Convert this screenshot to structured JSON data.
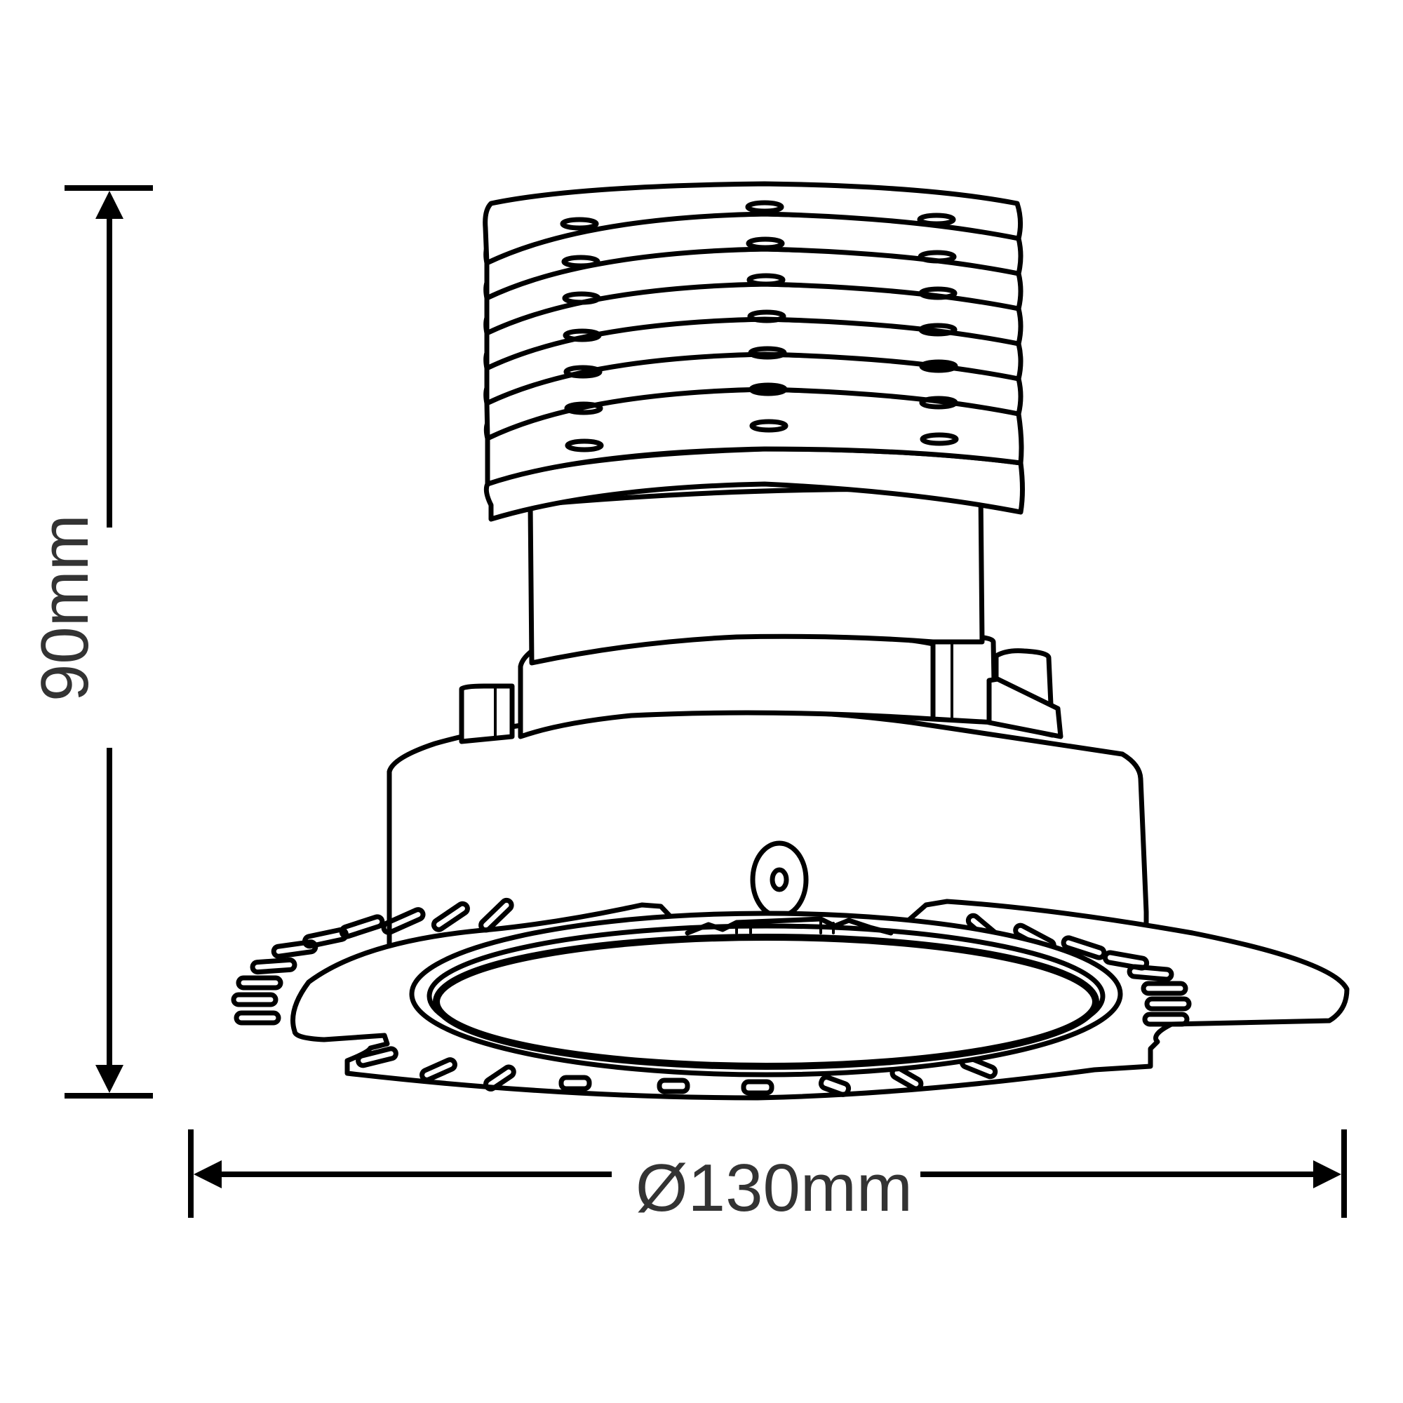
{
  "drawing": {
    "subject": "recessed downlight housing, trimless plaster-in flange",
    "line_color": "#000000",
    "label_color": "#333333",
    "background": "#ffffff"
  },
  "dimensions": {
    "height": {
      "label": "90mm",
      "orientation": "vertical",
      "value": 90,
      "unit": "mm"
    },
    "diameter": {
      "label": "Ø130mm",
      "orientation": "horizontal",
      "value": 130,
      "unit": "mm"
    }
  },
  "parts": {
    "heatsink_fins": 8,
    "fin_slots_per_ring": 3,
    "flange_slots_visible": 26
  }
}
